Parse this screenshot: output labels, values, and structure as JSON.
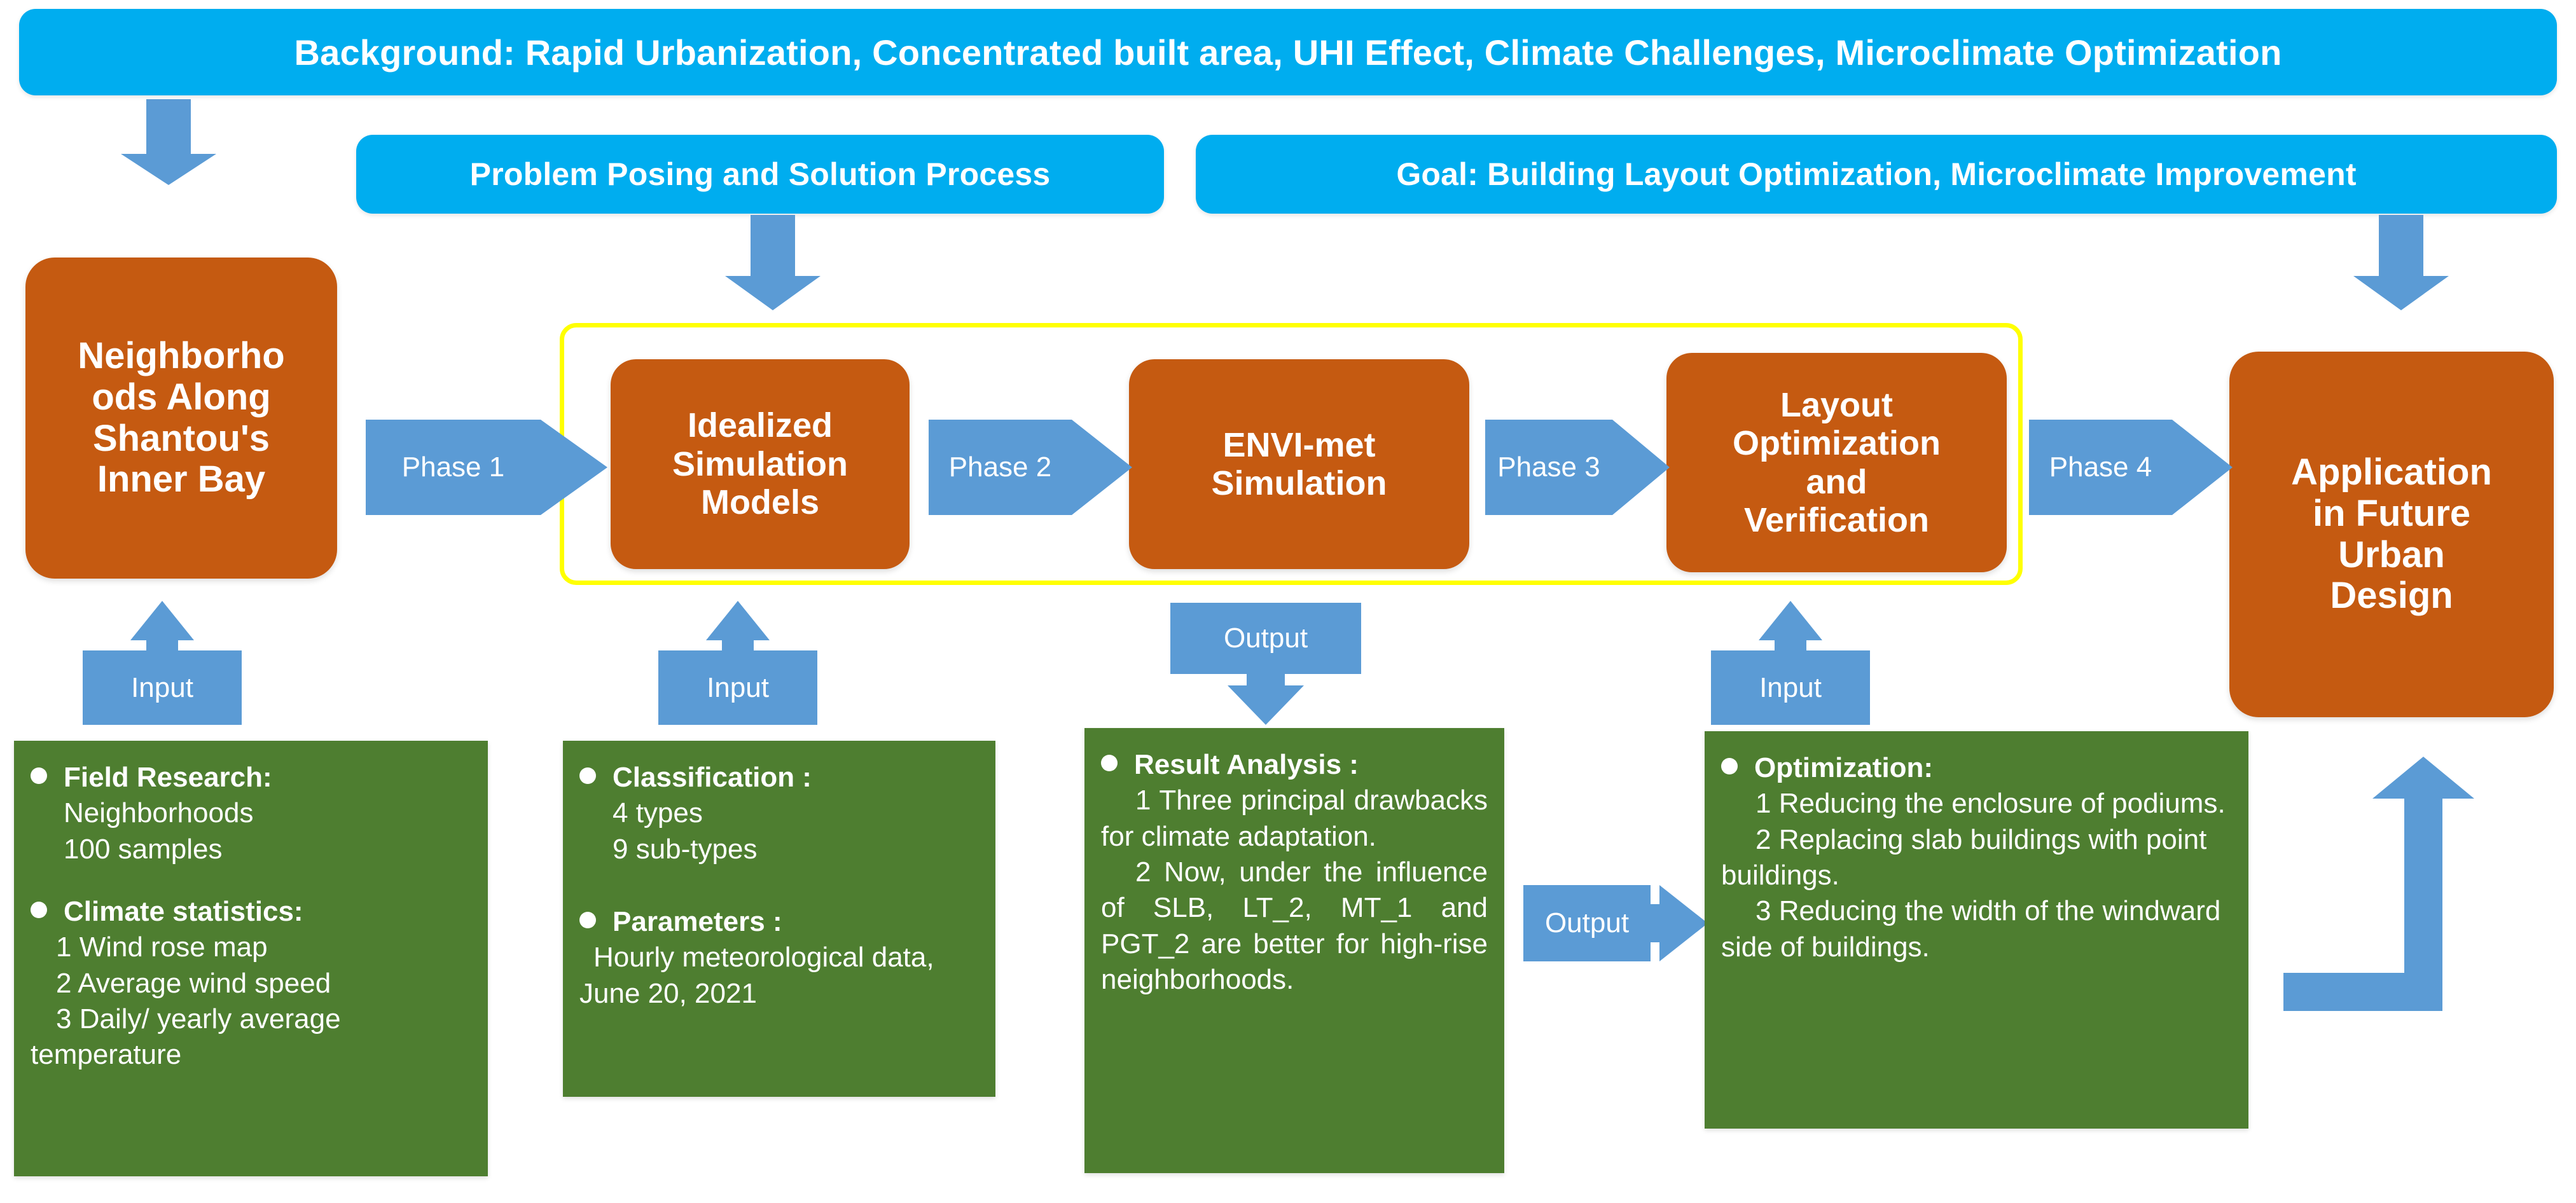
{
  "banners": {
    "background": "Background: Rapid Urbanization,  Concentrated built area, UHI Effect, Climate Challenges,  Microclimate Optimization",
    "problem": "Problem Posing and Solution Process",
    "goal": "Goal: Building Layout Optimization, Microclimate Improvement"
  },
  "process": {
    "source": {
      "l1": "Neighborho",
      "l2": "ods Along",
      "l3": "Shantou's",
      "l4": "Inner Bay"
    },
    "idealized": {
      "l1": "Idealized",
      "l2": "Simulation",
      "l3": "Models"
    },
    "envimet": {
      "l1": "ENVI-met",
      "l2": "Simulation"
    },
    "layout": {
      "l1": "Layout",
      "l2": "Optimization",
      "l3": "and",
      "l4": "Verification"
    },
    "application": {
      "l1": "Application",
      "l2": "in Future",
      "l3": "Urban",
      "l4": "Design"
    }
  },
  "phases": {
    "p1": "Phase 1",
    "p2": "Phase 2",
    "p3": "Phase 3",
    "p4": "Phase 4"
  },
  "connectors": {
    "input1": "Input",
    "input2": "Input",
    "input3": "Input",
    "output_envimet": "Output",
    "output_result": "Output"
  },
  "notes": {
    "field_research": {
      "head": "Field Research:",
      "line1": "Neighborhoods",
      "line2": "100 samples"
    },
    "climate_stats": {
      "head": "Climate statistics:",
      "line1": "1 Wind rose map",
      "line2": "2 Average wind speed",
      "line3": "3 Daily/ yearly average temperature"
    },
    "classification": {
      "head": "Classification :",
      "line1": "4 types",
      "line2": "9 sub-types"
    },
    "parameters": {
      "head": "Parameters :",
      "line1": "Hourly meteorological data, June 20, 2021"
    },
    "result_analysis": {
      "head": "Result Analysis :",
      "item1": "1 Three principal drawbacks for climate adaptation.",
      "item2": "2 Now, under the influence of SLB, LT_2, MT_1 and PGT_2 are better for high-rise neighborhoods."
    },
    "optimization": {
      "head": "Optimization:",
      "item1": "1 Reducing the enclosure of podiums.",
      "item2": "2 Replacing slab buildings with point buildings.",
      "item3": "3 Reducing the width of the windward side of buildings."
    }
  },
  "colors": {
    "banner_blue": "#00ADEF",
    "process_orange": "#C55A11",
    "note_green": "#4E7E30",
    "arrow_blue": "#5B9BD5",
    "highlight_yellow": "#FFFF00",
    "text_white": "#FFFFFF",
    "page_background": "#FFFFFF"
  }
}
